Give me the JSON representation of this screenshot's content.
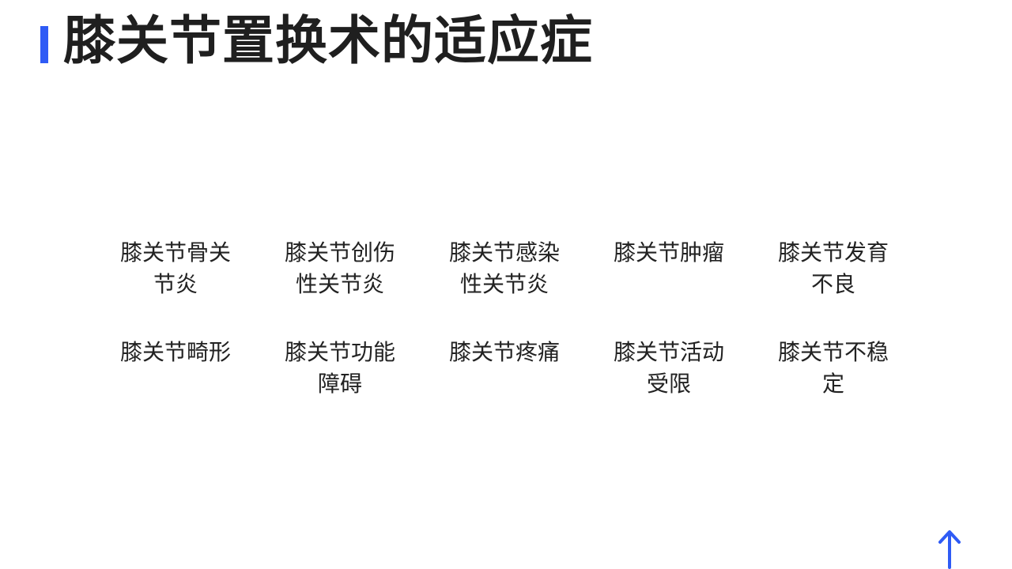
{
  "header": {
    "title": "膝关节置换术的适应症",
    "accent_color": "#2f5bf5"
  },
  "indications": [
    "膝关节骨关节炎",
    "膝关节创伤性关节炎",
    "膝关节感染性关节炎",
    "膝关节肿瘤",
    "膝关节发育不良",
    "膝关节畸形",
    "膝关节功能障碍",
    "膝关节疼痛",
    "膝关节活动受限",
    "膝关节不稳定"
  ],
  "icons": {
    "bottom_right": "arrow-up-icon"
  }
}
